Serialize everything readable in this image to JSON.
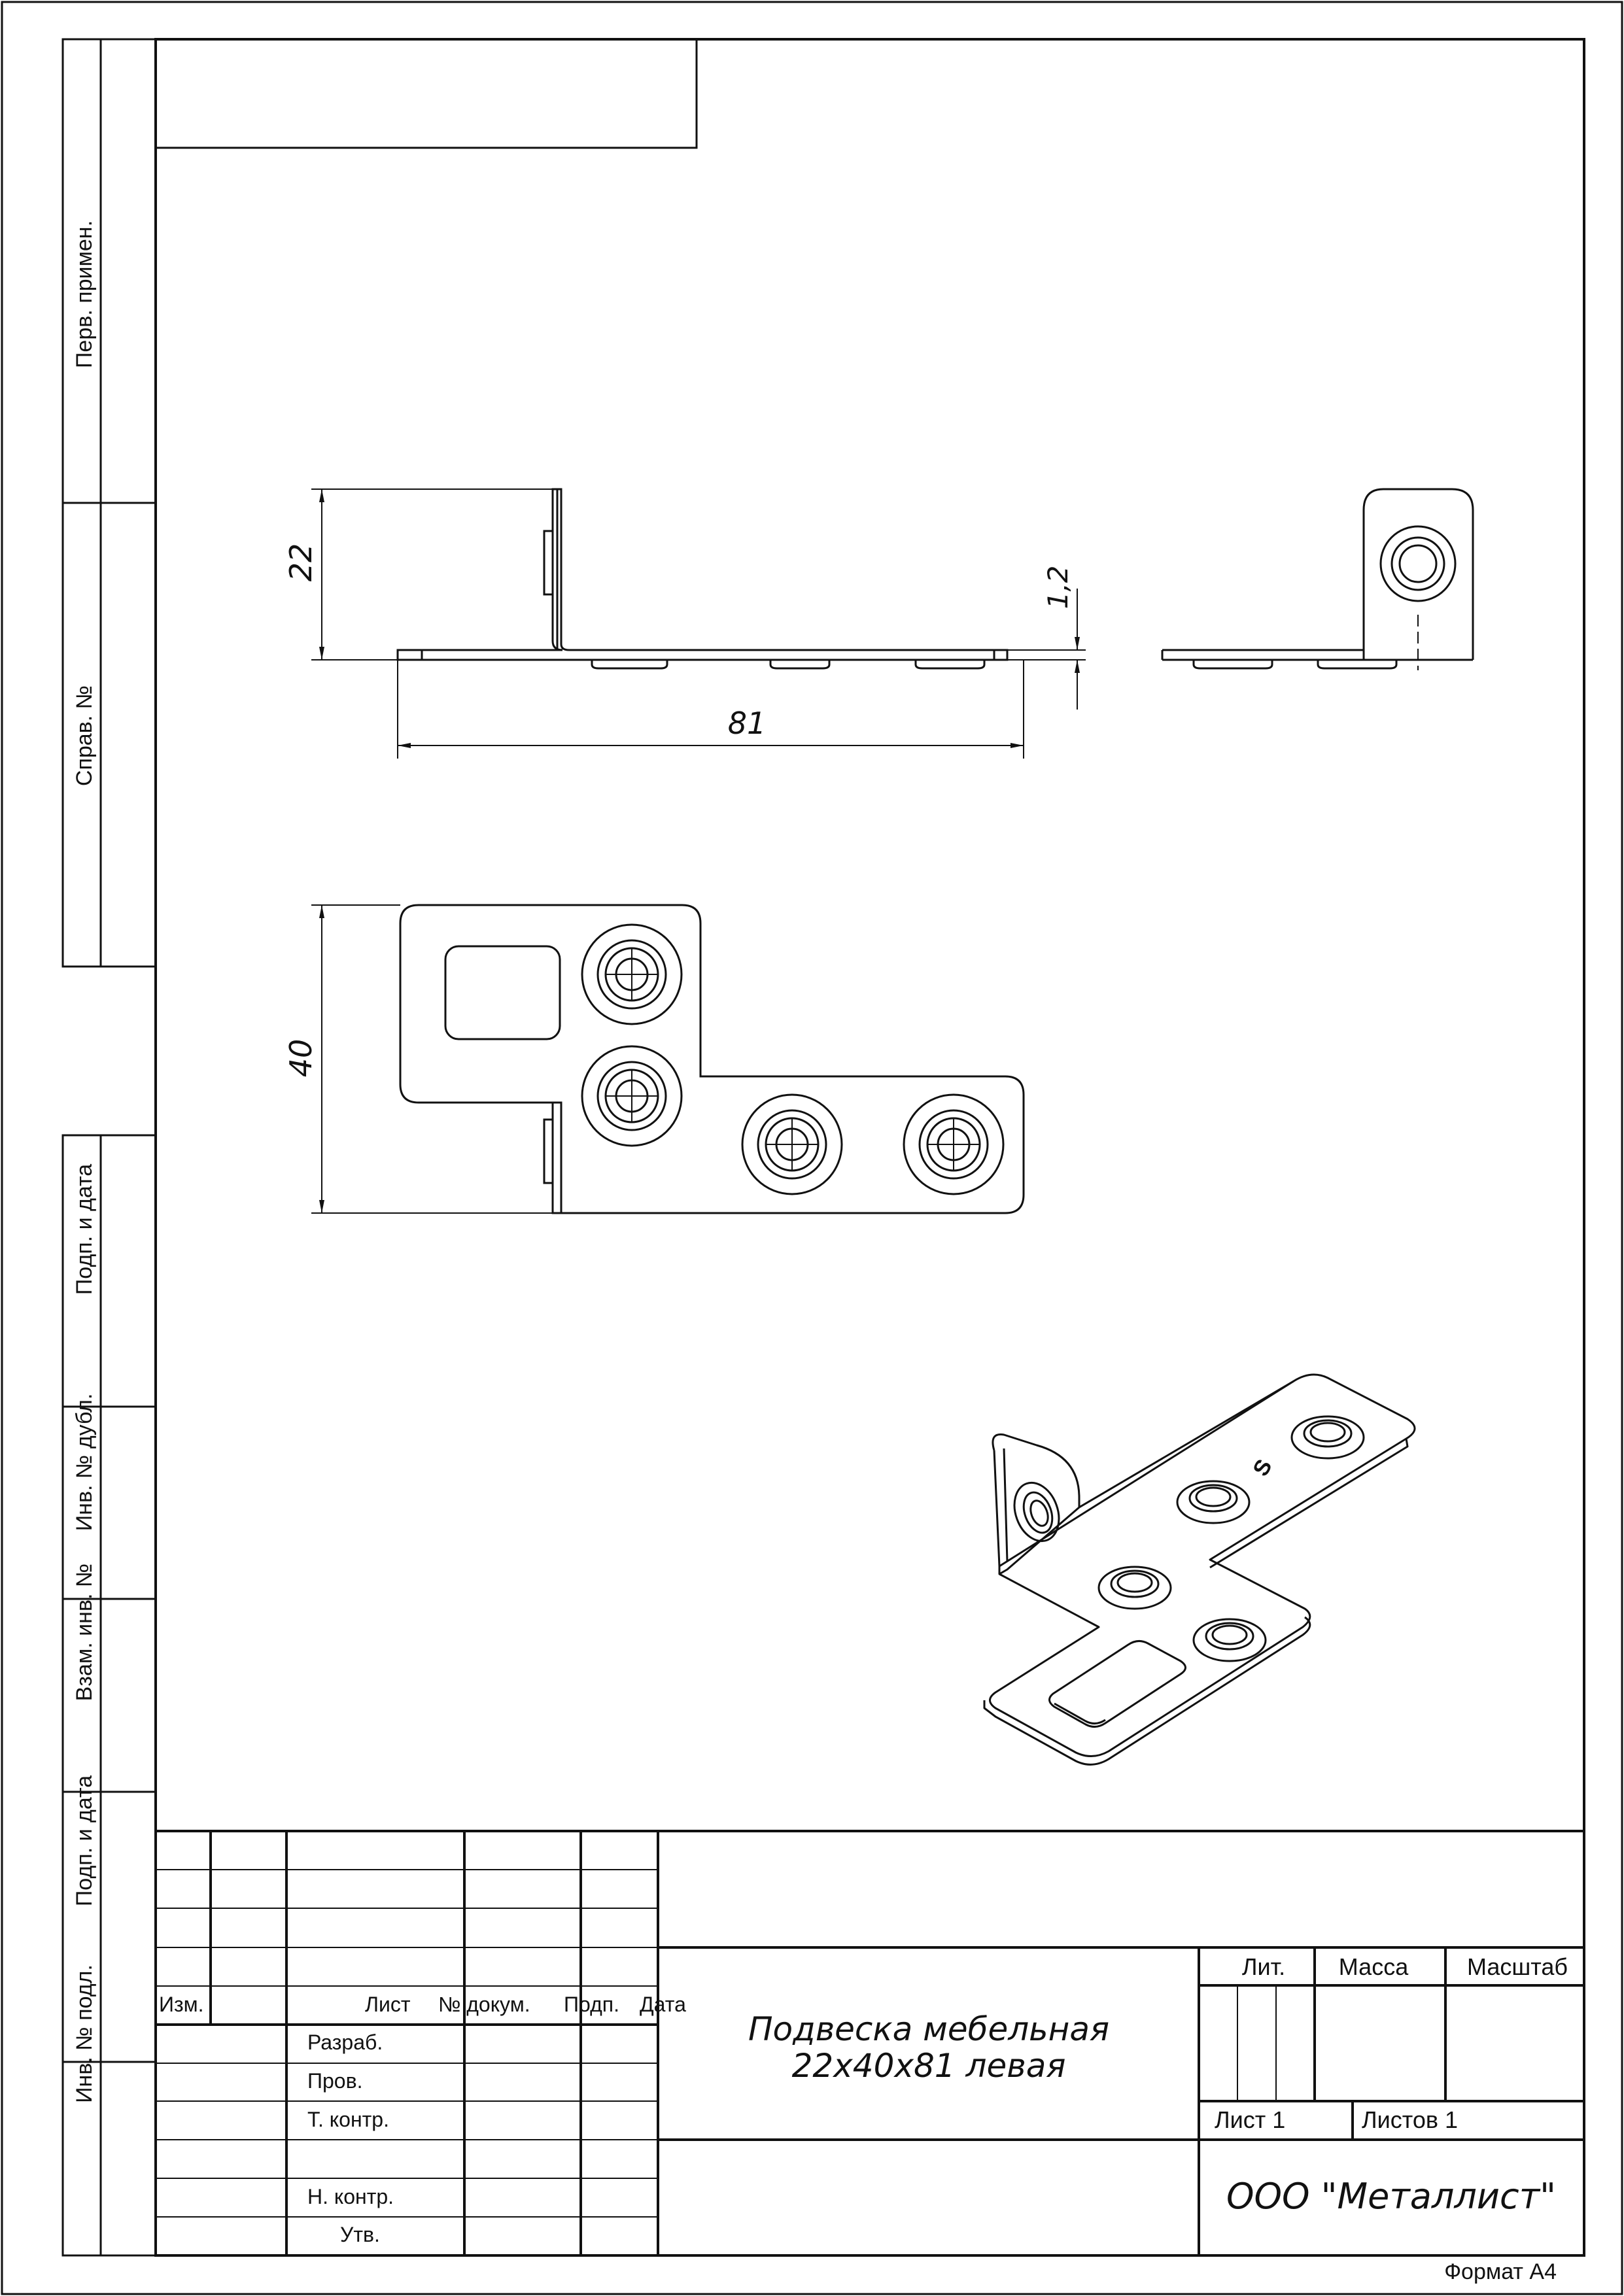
{
  "side_labels": {
    "perv_primen": "Перв. примен.",
    "sprav_no": "Справ. №",
    "podp_data_1": "Подп. и дата",
    "inv_no_dubl": "Инв. № дубл.",
    "vzam_inv_no": "Взам. инв. №",
    "podp_data_2": "Подп. и дата",
    "inv_no_podl": "Инв. № подл."
  },
  "dimensions": {
    "height": "22",
    "length": "81",
    "thickness": "1,2",
    "width": "40"
  },
  "isometric_mark": "S",
  "title_block": {
    "headers": {
      "izm": "Изм.",
      "list": "Лист",
      "no_dokum": "№ докум.",
      "podp": "Подп.",
      "data": "Дата"
    },
    "roles": {
      "razrab": "Разраб.",
      "prov": "Пров.",
      "t_kontr": "Т. контр.",
      "n_kontr": "Н. контр.",
      "utv": "Утв."
    },
    "name_line1": "Подвеска мебельная",
    "name_line2": "22x40x81 левая",
    "lit": "Лит.",
    "massa": "Масса",
    "masshtab": "Масштаб",
    "list_label": "Лист 1",
    "listov_label": "Листов 1",
    "company": "ООО \"Металлист\""
  },
  "format": "Формат А4"
}
